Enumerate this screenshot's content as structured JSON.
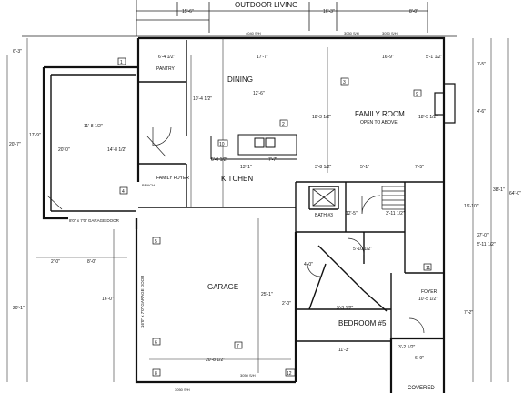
{
  "rooms": {
    "outdoor_living": "OUTDOOR LIVING",
    "dining": "DINING",
    "family_room": "FAMILY ROOM",
    "family_room_note": "OPEN TO ABOVE",
    "pantry": "PANTRY",
    "kitchen": "KITCHEN",
    "family_foyer": "FAMILY FOYER",
    "bench": "BENCH",
    "bath": "BATH #3",
    "garage": "GARAGE",
    "foyer": "FOYER",
    "bedroom": "BEDROOM #5",
    "covered_porch": "COVERED"
  },
  "dims": {
    "d15_6": "15'-6\"",
    "d16_3": "16'-3\"",
    "d8_0": "8'-0\"",
    "d6_4": "6'-4 1/2\"",
    "d17_7": "17'-7\"",
    "d16_9": "16'-9\"",
    "d5_1": "5'-1 1/2\"",
    "d6_3": "6'-3\"",
    "d7_5": "7'-5\"",
    "d4_6": "4'-6\"",
    "d20_7": "20'-7\"",
    "d17_9": "17'-9\"",
    "d11_8": "11'-8 1/2\"",
    "d20_0": "20'-0\"",
    "d14_8": "14'-8 1/2\"",
    "d12_6": "12'-6\"",
    "d10_4": "10'-4 1/2\"",
    "d18_3": "18'-3 1/2\"",
    "d18_5": "18'-5 1/2\"",
    "d13_1": "13'-1\"",
    "d7_7": "7'-7\"",
    "d6_0": "6'-0 1/2\"",
    "d3_8": "3'-8 1/2\"",
    "d5_1b": "5'-1\"",
    "d7_5b": "7'-5\"",
    "d19_10": "19'-10\"",
    "d38_1": "38'-1\"",
    "d64_0": "64'-0\"",
    "d27_0": "27'-0\"",
    "d5_11": "5'-11 1/2\"",
    "d25_1": "25'-1\"",
    "d20_1": "20'-1\"",
    "d16_0": "16'-0\"",
    "d9_3": "9'-3 1/2\"",
    "d11_3": "11'-3\"",
    "d20_8": "20'-8 1/2\"",
    "d3_2": "3'-2 1/2\"",
    "d6_9": "6'-9\"",
    "d8_0b": "8'-0\"",
    "d2_0": "2'-0\"",
    "d10_5": "10'-5 1/2\"",
    "d7_2": "7'-2\"",
    "d5_10": "5'-10 1/2\"",
    "d4_0": "4'-0\"",
    "d2_0b": "2'-0\"",
    "d12_5": "12'-5\"",
    "d3_11": "3'-11 1/2\""
  },
  "notes": {
    "garage_door_top": "8'0\" x 7'0\" GARAGE DOOR",
    "garage_door_side": "16'0\" x 7'0\" GARAGE DOOR",
    "win_3050_a": "3050 S/H",
    "win_3050_b": "3050 S/H",
    "win_3050_c": "3050 S/H",
    "win_3050_d": "3050 S/H",
    "win_404": "4040 S/H"
  },
  "tags": {
    "t1": "1",
    "t2": "2",
    "t3": "3",
    "t4": "4",
    "t5": "5",
    "t6": "6",
    "t7": "7",
    "t8": "8",
    "t9": "9",
    "t10": "10",
    "t11": "11",
    "t12": "12"
  }
}
